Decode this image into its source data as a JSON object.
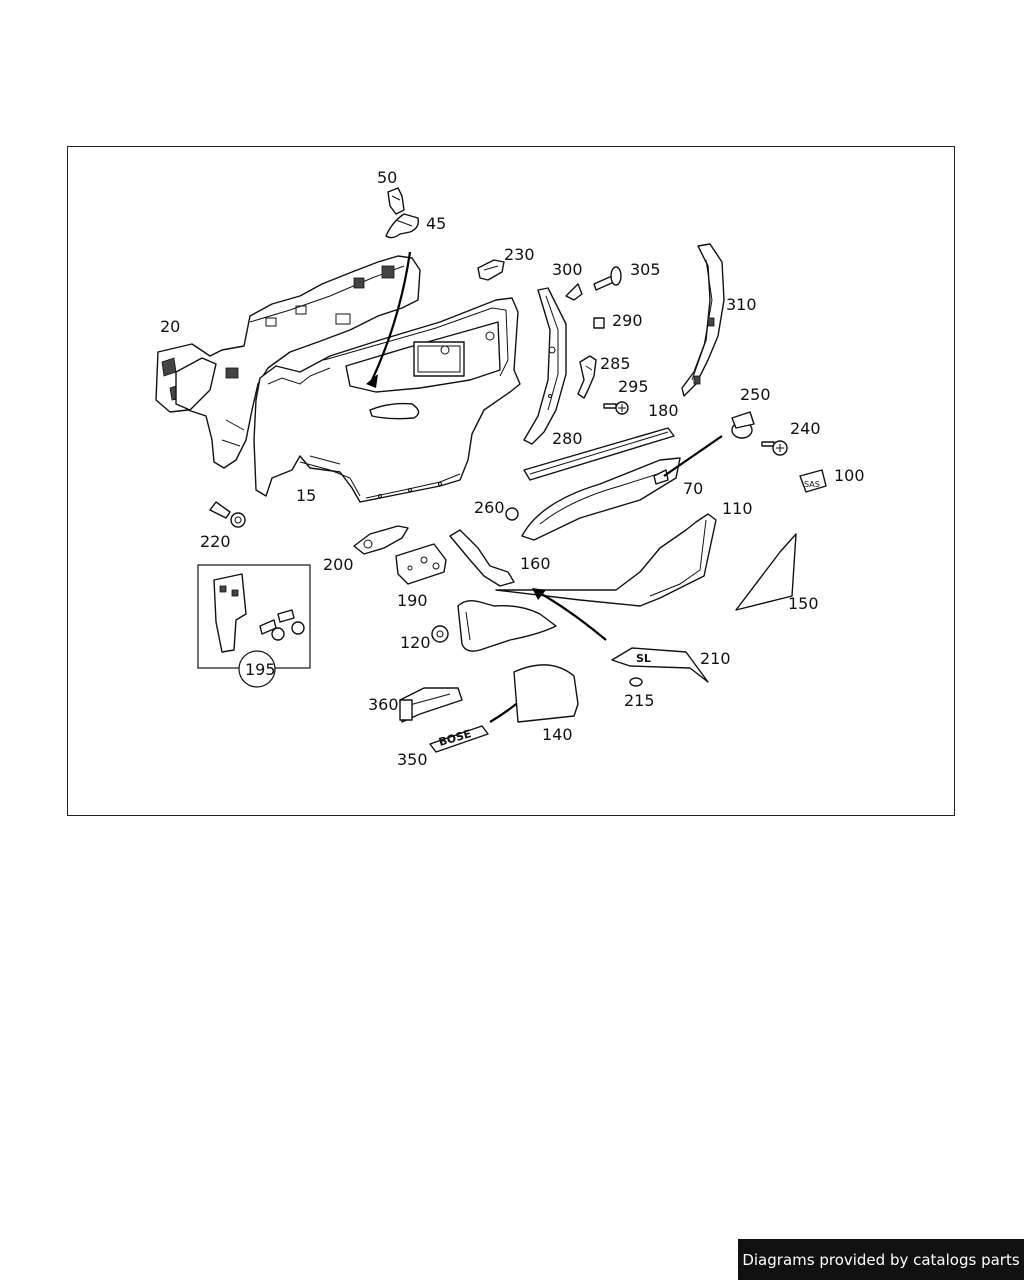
{
  "diagram": {
    "callouts": {
      "p50": "50",
      "p45": "45",
      "p230": "230",
      "p300": "300",
      "p305": "305",
      "p310": "310",
      "p20": "20",
      "p290": "290",
      "p285": "285",
      "p295": "295",
      "p250": "250",
      "p180": "180",
      "p240": "240",
      "p280": "280",
      "p100": "100",
      "p15": "15",
      "p70": "70",
      "p260": "260",
      "p110": "110",
      "p220": "220",
      "p200": "200",
      "p160": "160",
      "p190": "190",
      "p150": "150",
      "p195": "195",
      "p120": "120",
      "p210": "210",
      "p215": "215",
      "p360": "360",
      "p140": "140",
      "p350": "350"
    },
    "badges": {
      "sas": "SAS",
      "bose": "BOSE",
      "sl": "SL"
    }
  },
  "footer": {
    "text": "Diagrams provided by catalogs parts"
  }
}
